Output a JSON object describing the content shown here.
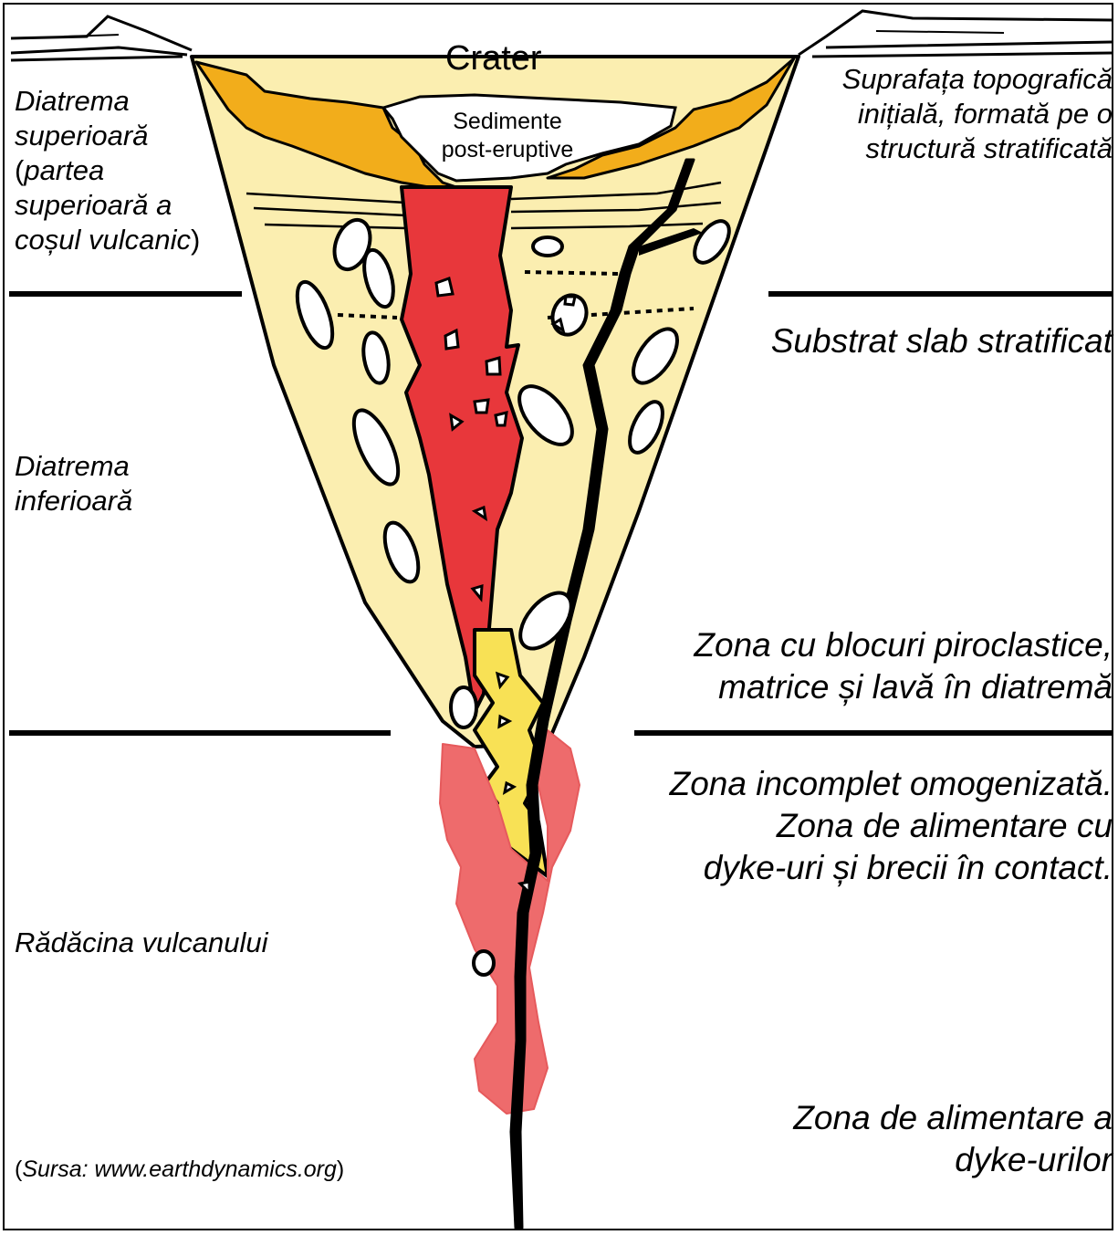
{
  "colors": {
    "pale_yellow": "#fbeeb0",
    "orange": "#f2ad1b",
    "red": "#e8373b",
    "pink": "#ee6b6c",
    "yellow": "#f8e155",
    "black": "#000000"
  },
  "labels": {
    "crater": "Crater",
    "sediments_1": "Sedimente",
    "sediments_2": "post-eruptive",
    "upper_diatreme": {
      "l1": "Diatrema",
      "l2": "superioară",
      "l3_open": "(",
      "l3": "partea",
      "l4": "superioară a",
      "l5": "coșul vulcanic",
      "l5_close": ")"
    },
    "surface": {
      "l1": "Suprafața topografică",
      "l2": "inițială, formată pe o",
      "l3": "structură stratificată"
    },
    "substrate": "Substrat slab stratificat",
    "lower_diatreme": {
      "l1": "Diatrema",
      "l2": "inferioară"
    },
    "block_zone": {
      "l1": "Zona cu blocuri piroclastice,",
      "l2": "matrice și lavă în diatremă"
    },
    "incomplete_zone": {
      "l1": "Zona incomplet omogenizată.",
      "l2": "Zona de alimentare cu",
      "l3": "dyke-uri și brecii în contact."
    },
    "root": "Rădăcina vulcanului",
    "feeder": {
      "l1": "Zona de alimentare a",
      "l2": "dyke-urilor"
    },
    "source": {
      "open": "(",
      "text": "Sursa: www.earthdynamics.org",
      "close": ")"
    }
  }
}
